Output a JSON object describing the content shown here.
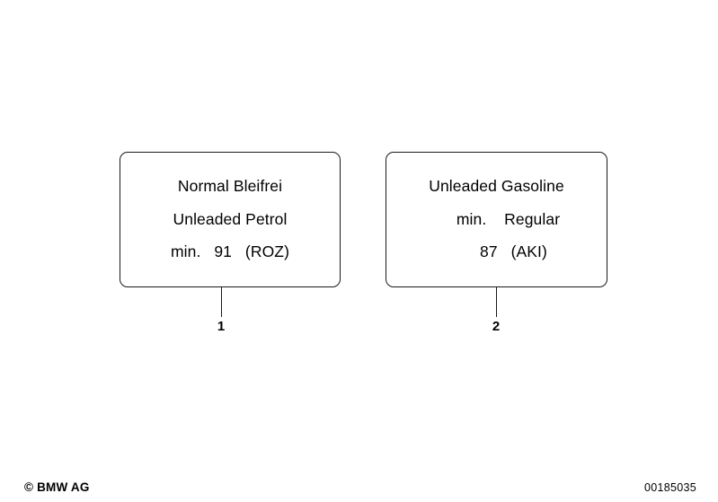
{
  "page": {
    "background_color": "#ffffff",
    "ink_color": "#000000"
  },
  "labels": [
    {
      "callout": "1",
      "lines": [
        "Normal Bleifrei",
        "Unleaded Petrol",
        "min.   91   (ROZ)"
      ]
    },
    {
      "callout": "2",
      "lines": [
        "Unleaded Gasoline",
        "min.    Regular",
        "87   (AKI)"
      ]
    }
  ],
  "footer": {
    "copyright": "© BMW AG",
    "diagram_number": "00185035"
  }
}
